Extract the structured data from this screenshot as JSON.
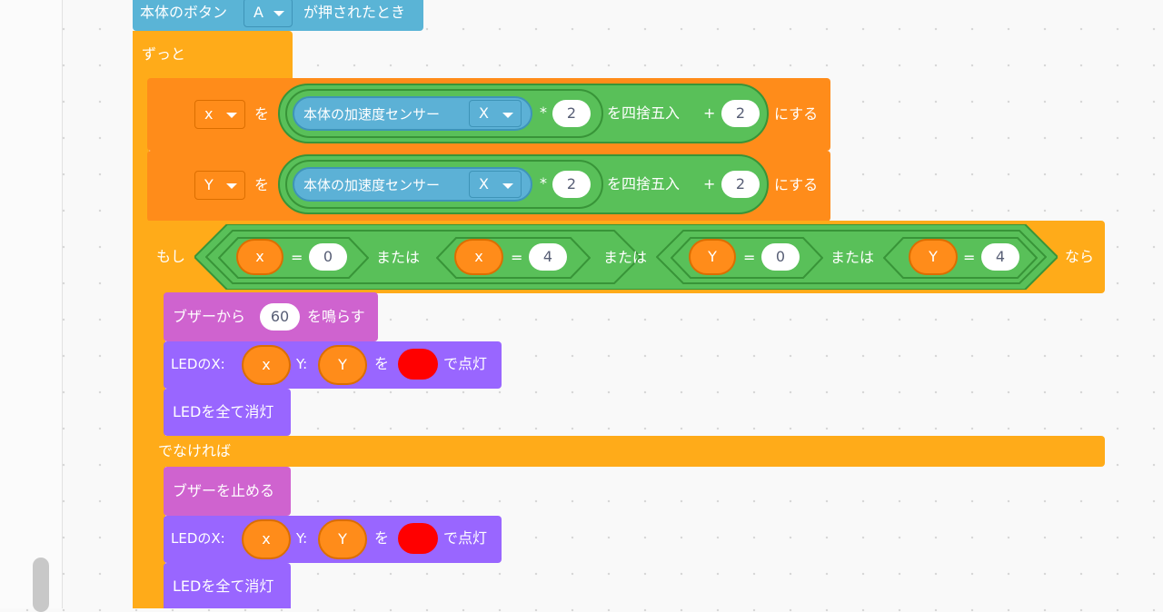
{
  "event": {
    "prefix": "本体のボタン",
    "button_value": "A",
    "suffix": "が押されたとき"
  },
  "forever": {
    "label": "ずっと"
  },
  "set_x": {
    "var": "x",
    "to": "を",
    "sensor_label": "本体の加速度センサー",
    "axis": "X",
    "mul": "*",
    "factor": "2",
    "round": "を四捨五入",
    "plus": "+",
    "offset": "2",
    "suffix": "にする"
  },
  "set_y": {
    "var": "Y",
    "to": "を",
    "sensor_label": "本体の加速度センサー",
    "axis": "X",
    "mul": "*",
    "factor": "2",
    "round": "を四捨五入",
    "plus": "+",
    "offset": "2",
    "suffix": "にする"
  },
  "if_block": {
    "if_label": "もし",
    "then_label": "なら",
    "else_label": "でなければ",
    "conditions": [
      {
        "var": "x",
        "op": "=",
        "value": "0"
      },
      {
        "var": "x",
        "op": "=",
        "value": "4"
      },
      {
        "var": "Y",
        "op": "=",
        "value": "0"
      },
      {
        "var": "Y",
        "op": "=",
        "value": "4"
      }
    ],
    "or_label": "または"
  },
  "then_branch": {
    "buzzer": {
      "prefix": "ブザーから",
      "value": "60",
      "suffix": "を鳴らす"
    },
    "led_on": {
      "prefix": "LEDのX:",
      "x": "x",
      "y_label": "Y:",
      "y": "Y",
      "wo": "を",
      "color": "#ff0000",
      "suffix": "で点灯"
    },
    "led_off": {
      "label": "LEDを全て消灯"
    }
  },
  "else_branch": {
    "buzzer_stop": {
      "label": "ブザーを止める"
    },
    "led_on": {
      "prefix": "LEDのX:",
      "x": "x",
      "y_label": "Y:",
      "y": "Y",
      "wo": "を",
      "color": "#ff0000",
      "suffix": "で点灯"
    },
    "led_off": {
      "label": "LEDを全て消灯"
    }
  }
}
